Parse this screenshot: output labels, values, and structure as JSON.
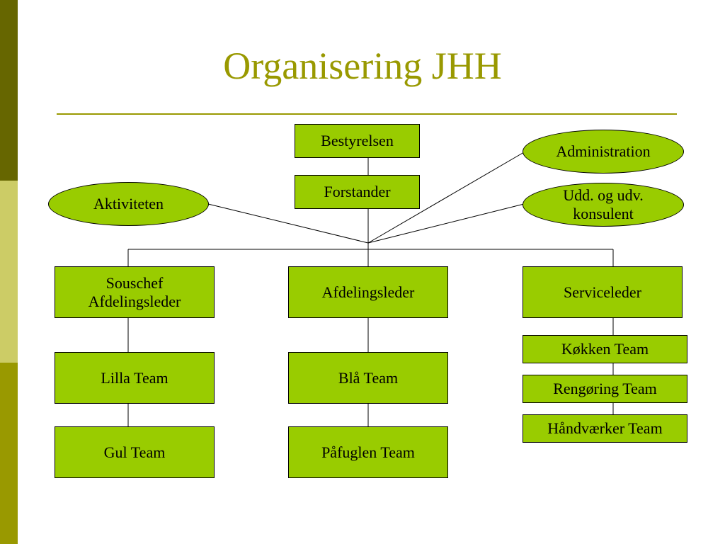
{
  "colors": {
    "node_fill": "#99CC00",
    "title": "#999900",
    "rule": "#999900",
    "bar_top": "#666600",
    "bar_mid": "#CCCC66",
    "bar_bot": "#999900",
    "line": "#000000"
  },
  "title": "Organisering JHH",
  "nodes": {
    "bestyrelsen": "Bestyrelsen",
    "forstander": "Forstander",
    "administration": "Administration",
    "udd_konsulent": "Udd. og udv. konsulent",
    "aktiviteten": "Aktiviteten",
    "souschef": "Souschef Afdelingsleder",
    "afdelingsleder": "Afdelingsleder",
    "serviceleder": "Serviceleder",
    "lilla": "Lilla Team",
    "gul": "Gul Team",
    "blaa": "Blå Team",
    "paafuglen": "Påfuglen Team",
    "koekken": "Køkken Team",
    "rengoering": "Rengøring Team",
    "haandvaerker": "Håndværker Team"
  }
}
